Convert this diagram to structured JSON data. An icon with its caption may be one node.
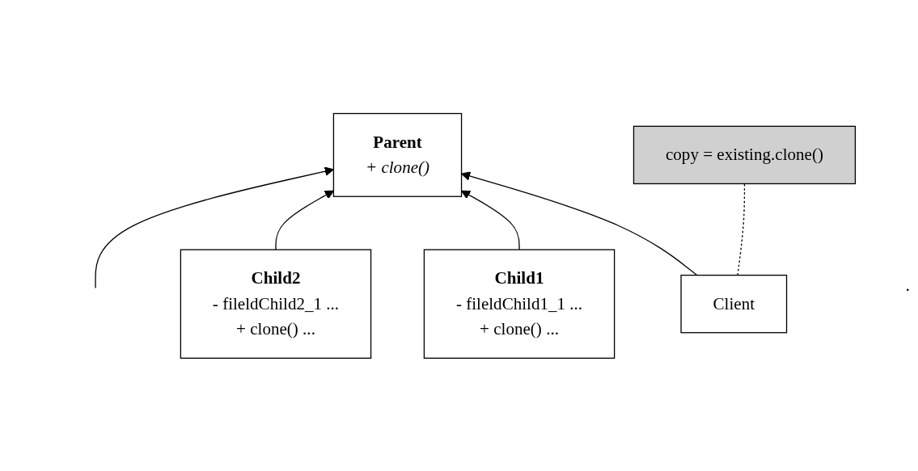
{
  "diagram": {
    "nodes": [
      {
        "text": [
          "Client"
        ]
      },
      {
        "text": [
          "Parent",
          "+ clone()"
        ]
      },
      {
        "text": [
          "copy = existing.clone()"
        ]
      },
      {
        "text": [
          "Child1",
          "- fileldChild1_1 ...",
          "+ clone() ..."
        ]
      },
      {
        "text": [
          "Child2",
          "- fileldChild2_1 ...",
          "+ clone() ..."
        ]
      }
    ],
    "edges": [
      {
        "from": 0,
        "to": 1,
        "arrow": "to"
      },
      {
        "from": 0,
        "to": 2,
        "arrow": "none",
        "style": "dashed"
      },
      {
        "from": 3,
        "to": 1,
        "arrow": "to"
      },
      {
        "from": 4,
        "to": 1,
        "arrow": "to"
      },
      {
        "from": null,
        "to": 1,
        "arrow": "to"
      }
    ],
    "labels": [
      "."
    ]
  }
}
